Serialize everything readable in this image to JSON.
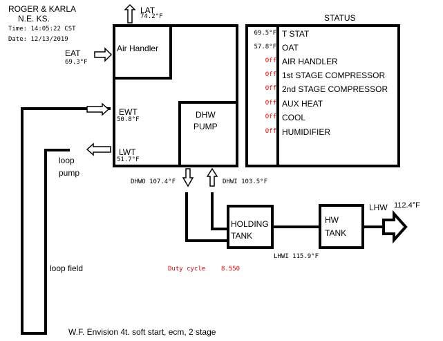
{
  "header": {
    "owner": "ROGER & KARLA",
    "location": "N.E. KS.",
    "time": "Time: 14:05:22 CST",
    "date": "Date: 12/13/2019"
  },
  "air_handler": {
    "label": "Air Handler",
    "lat_label": "LAT",
    "lat_value": "74.2°F",
    "eat_label": "EAT",
    "eat_value": "69.3°F",
    "ewt_label": "EWT",
    "ewt_value": "50.8°F",
    "lwt_label": "LWT",
    "lwt_value": "51.7°F"
  },
  "dhw": {
    "pump_line1": "DHW",
    "pump_line2": "PUMP",
    "dhwo": "DHWO 107.4°F",
    "dhwi": "DHWI 103.5°F",
    "holding_line1": "HOLDING",
    "holding_line2": "TANK",
    "hw_line1": "HW",
    "hw_line2": "TANK",
    "lhwi": "LHWI 115.9°F",
    "lhw_label": "LHW",
    "lhw_value": "112.4°F"
  },
  "loop": {
    "pump_line1": "loop",
    "pump_line2": "pump",
    "field": "loop field"
  },
  "status": {
    "title": "STATUS",
    "rows": [
      {
        "value": "69.5°F",
        "label": "T STAT"
      },
      {
        "value": "57.8°F",
        "label": "OAT"
      },
      {
        "value": "Off",
        "label": "AIR HANDLER"
      },
      {
        "value": "Off",
        "label": "1st STAGE COMPRESSOR"
      },
      {
        "value": "Off",
        "label": "2nd STAGE COMPRESSOR"
      },
      {
        "value": "Off",
        "label": "AUX HEAT"
      },
      {
        "value": "Off",
        "label": "COOL"
      },
      {
        "value": "Off",
        "label": "HUMIDIFIER"
      }
    ]
  },
  "duty": {
    "label": "Duty cycle",
    "value": "8.550"
  },
  "footer": "W.F. Envision 4t. soft start, ecm, 2 stage",
  "colors": {
    "line": "#000000",
    "off_value": "#e00000",
    "duty": "#e00000"
  }
}
